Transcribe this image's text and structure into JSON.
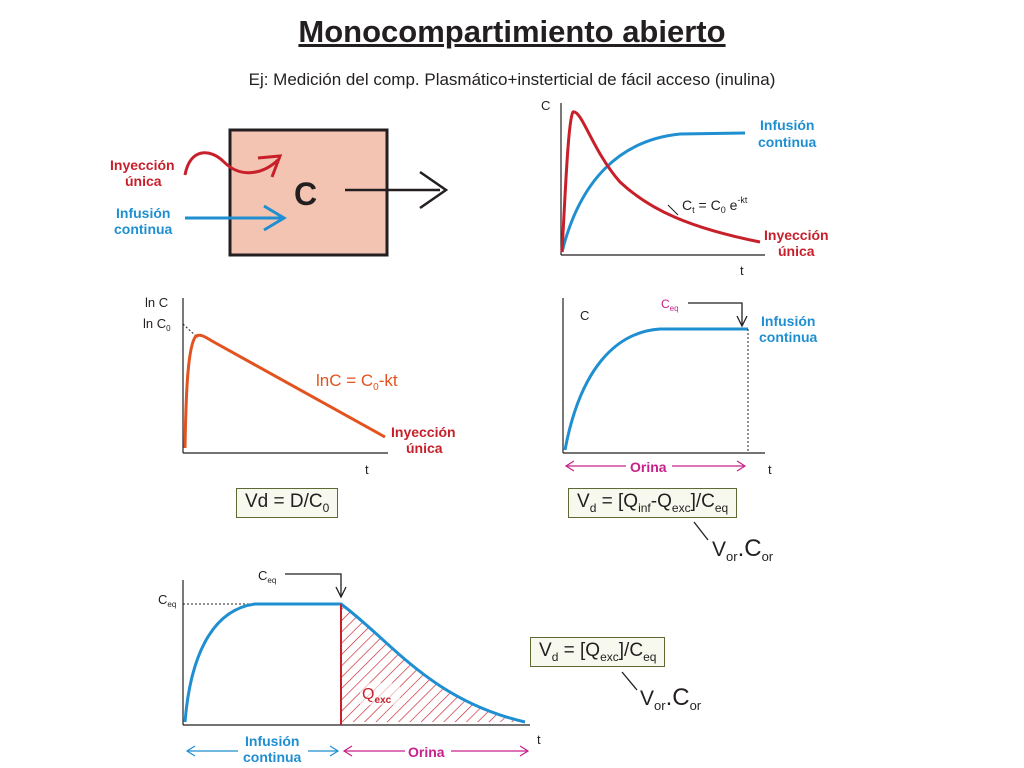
{
  "title": "Monocompartimiento abierto",
  "subtitle": "Ej: Medición del comp. Plasmático+insterticial de fácil acceso (inulina)",
  "compartment": {
    "label": "C",
    "inyeccion_1": "Inyección",
    "inyeccion_2": "única",
    "infusion_1": "Infusión",
    "infusion_2": "continua"
  },
  "plot1": {
    "y_axis": "C",
    "x_axis": "t",
    "infusion_1": "Infusión",
    "infusion_2": "continua",
    "inyeccion_1": "Inyección",
    "inyeccion_2": "única",
    "eq_main": "C",
    "eq_sub1": "t",
    "eq_mid": " = C",
    "eq_sub2": "0",
    "eq_e": " e",
    "eq_sup": "-kt"
  },
  "plot2": {
    "y_axis_1": "ln C",
    "y_axis_2a": "ln C",
    "y_axis_2sub": "0",
    "x_axis": "t",
    "eq_a": "lnC = C",
    "eq_sub": "0",
    "eq_b": "-kt",
    "inyeccion_1": "Inyección",
    "inyeccion_2": "única"
  },
  "plot3": {
    "y_axis": "C",
    "x_axis": "t",
    "ceq_main": "C",
    "ceq_sub": "eq",
    "infusion_1": "Infusión",
    "infusion_2": "continua",
    "orina": "Orina"
  },
  "plot4": {
    "y_axis_main": "C",
    "y_axis_sub": "eq",
    "ceq_main": "C",
    "ceq_sub": "eq",
    "x_axis": "t",
    "qexc_main": "Q",
    "qexc_sub": "exc",
    "infusion_1": "Infusión",
    "infusion_2": "continua",
    "orina": "Orina"
  },
  "eq1": {
    "a": "Vd = D/C",
    "sub": "0"
  },
  "eq2": {
    "a": "V",
    "sub1": "d",
    "b": " = [Q",
    "sub2": "inf",
    "c": "-Q",
    "sub3": "exc",
    "d": "]/C",
    "sub4": "eq"
  },
  "eq2_note": {
    "a": "V",
    "sub1": "or",
    "b": ".C",
    "sub2": "or"
  },
  "eq3": {
    "a": "V",
    "sub1": "d",
    "b": " = [Q",
    "sub2": "exc",
    "c": "]/C",
    "sub3": "eq"
  },
  "eq3_note": {
    "a": "V",
    "sub1": "or",
    "b": ".C",
    "sub2": "or"
  },
  "colors": {
    "red": "#c8202b",
    "blue": "#1f8fd1",
    "magenta": "#c8208a",
    "box_fill": "#f4c4b3",
    "orange_line": "#e2531f"
  }
}
